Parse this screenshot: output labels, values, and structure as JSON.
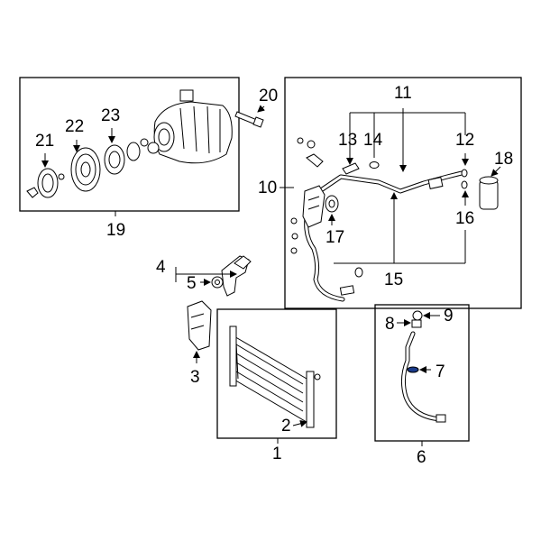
{
  "callouts": {
    "c1": "1",
    "c2": "2",
    "c3": "3",
    "c4": "4",
    "c5": "5",
    "c6": "6",
    "c7": "7",
    "c8": "8",
    "c9": "9",
    "c10": "10",
    "c11": "11",
    "c12": "12",
    "c13": "13",
    "c14": "14",
    "c15": "15",
    "c16": "16",
    "c17": "17",
    "c18": "18",
    "c19": "19",
    "c20": "20",
    "c21": "21",
    "c22": "22",
    "c23": "23"
  },
  "colors": {
    "line": "#000000",
    "background": "#ffffff",
    "highlight": "#1a3a8a"
  }
}
